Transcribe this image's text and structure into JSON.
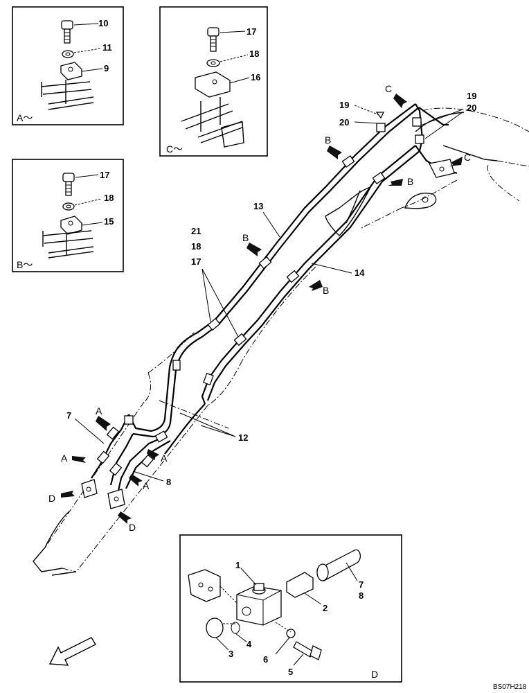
{
  "drawing_code": "BS07H218",
  "detail_boxes": {
    "a": {
      "title": "A～",
      "callouts": [
        "10",
        "11",
        "9"
      ]
    },
    "b": {
      "title": "B～",
      "callouts": [
        "17",
        "18",
        "15"
      ]
    },
    "c": {
      "title": "C～",
      "callouts": [
        "17",
        "18",
        "16"
      ]
    },
    "d": {
      "title": "D",
      "callouts": [
        "1",
        "2",
        "7",
        "8",
        "3",
        "4",
        "6",
        "5"
      ]
    }
  },
  "main_callouts": {
    "c_19": "19",
    "c_20": "20",
    "right_19": "19",
    "right_20": "20",
    "p13": "13",
    "p14": "14",
    "p21": "21",
    "p18": "18",
    "p17": "17",
    "p12": "12",
    "p7": "7",
    "p8": "8"
  },
  "view_markers": {
    "c_top": "C",
    "c_right": "C",
    "b_upper": "B",
    "b_right": "B",
    "b_mid": "B",
    "b_lower": "B",
    "a_1": "A",
    "a_2": "A",
    "a_3": "A",
    "a_4": "A",
    "d_left": "D",
    "d_bottom": "D"
  }
}
